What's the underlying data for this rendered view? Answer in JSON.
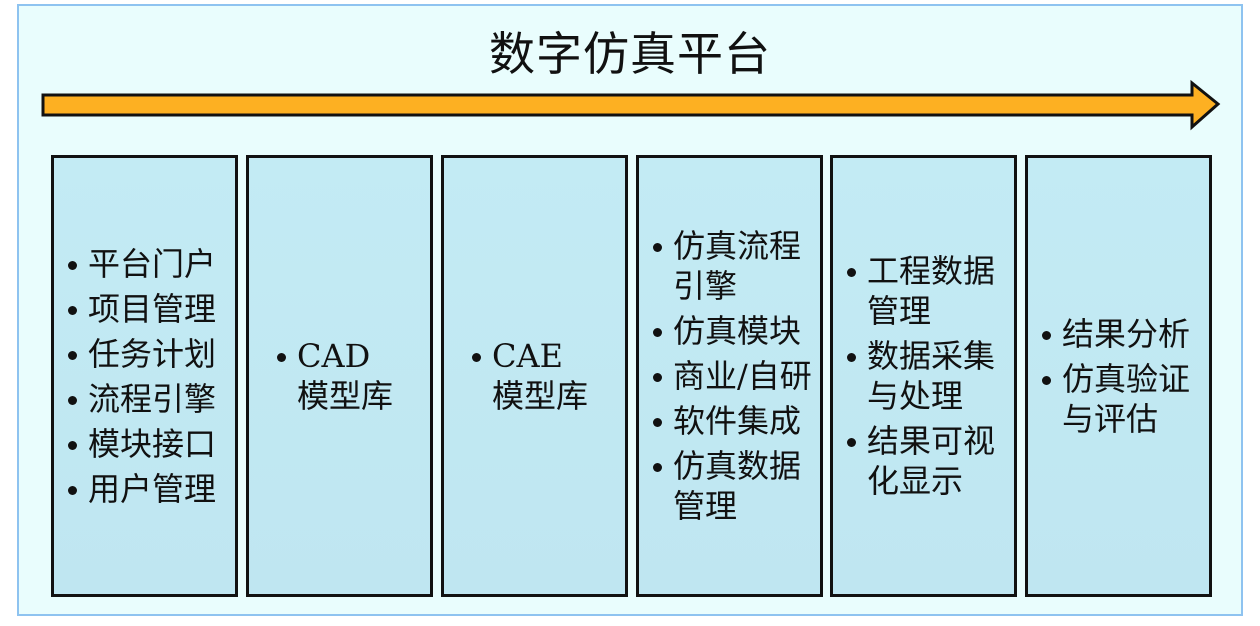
{
  "title": "数字仿真平台",
  "colors": {
    "arrow": "#fdb022",
    "box": "#c3ebf4",
    "background": "#e9fdfd"
  },
  "columns": [
    {
      "items": [
        "平台门户",
        "项目管理",
        "任务计划",
        "流程引擎",
        "模块接口",
        "用户管理"
      ]
    },
    {
      "items": [
        "CAD 模型库"
      ]
    },
    {
      "items": [
        "CAE 模型库"
      ]
    },
    {
      "items": [
        "仿真流程引擎",
        "仿真模块",
        "商业/自研",
        "软件集成",
        "仿真数据管理"
      ]
    },
    {
      "items": [
        "工程数据管理",
        "数据采集与处理",
        "结果可视化显示"
      ]
    },
    {
      "items": [
        "结果分析",
        "仿真验证与评估"
      ]
    }
  ]
}
